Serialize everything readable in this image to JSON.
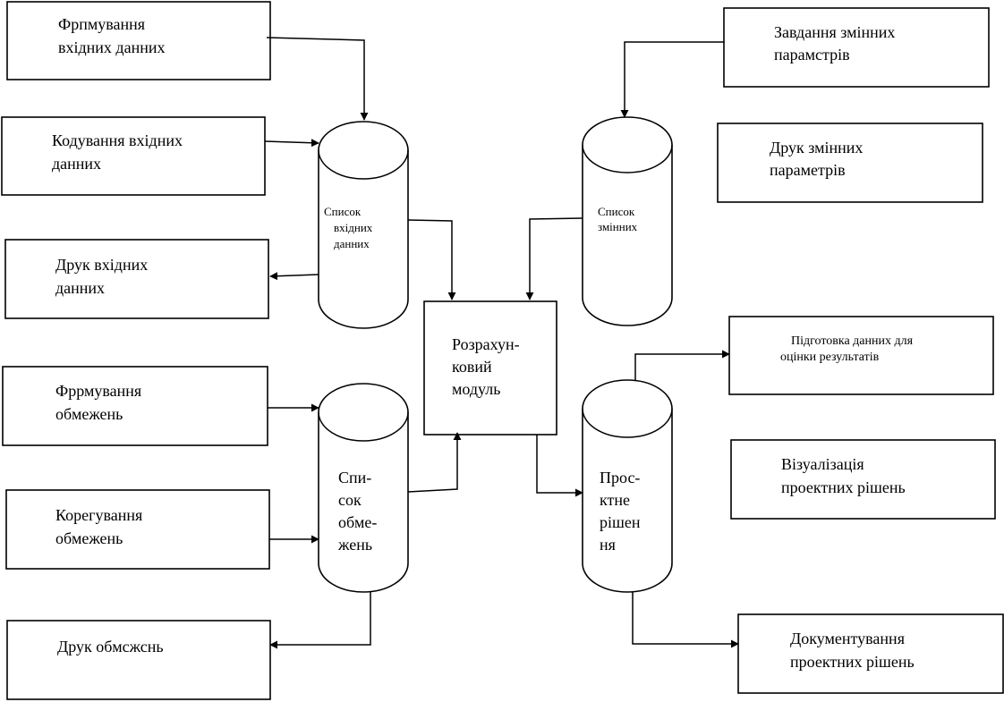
{
  "boxes": {
    "form_input": [
      "Фрпмування",
      "вхідних данних"
    ],
    "code_input": [
      "Кодування вхідних",
      "данних"
    ],
    "print_input": [
      "Друк вхідних",
      "данних"
    ],
    "form_limits": [
      "Фррмування",
      "обмежень"
    ],
    "correct_limits": [
      "Корегування",
      "обмежень"
    ],
    "print_limits": [
      "Друк обмсжснь"
    ],
    "set_vars": [
      "Завдання змінних",
      "парамстрів"
    ],
    "print_vars": [
      "Друк змінних",
      "параметрів"
    ],
    "prepare_eval": [
      "Підготовка данних для",
      "оцінки результатів"
    ],
    "visualize": [
      "Візуалізація",
      "проектних рішень"
    ],
    "document": [
      "Документування",
      "проектних рішень"
    ],
    "calc_module": [
      "Розрахун-",
      "ковий",
      "модуль"
    ]
  },
  "stores": {
    "input_list": [
      "Список",
      "вхідних",
      "данних"
    ],
    "vars_list": [
      "Список",
      "змінних"
    ],
    "limits_list": [
      "Спи-",
      "сок",
      "обме-",
      "жень"
    ],
    "design_solution": [
      "Прос-",
      "ктне",
      "рішен",
      "ня"
    ]
  }
}
